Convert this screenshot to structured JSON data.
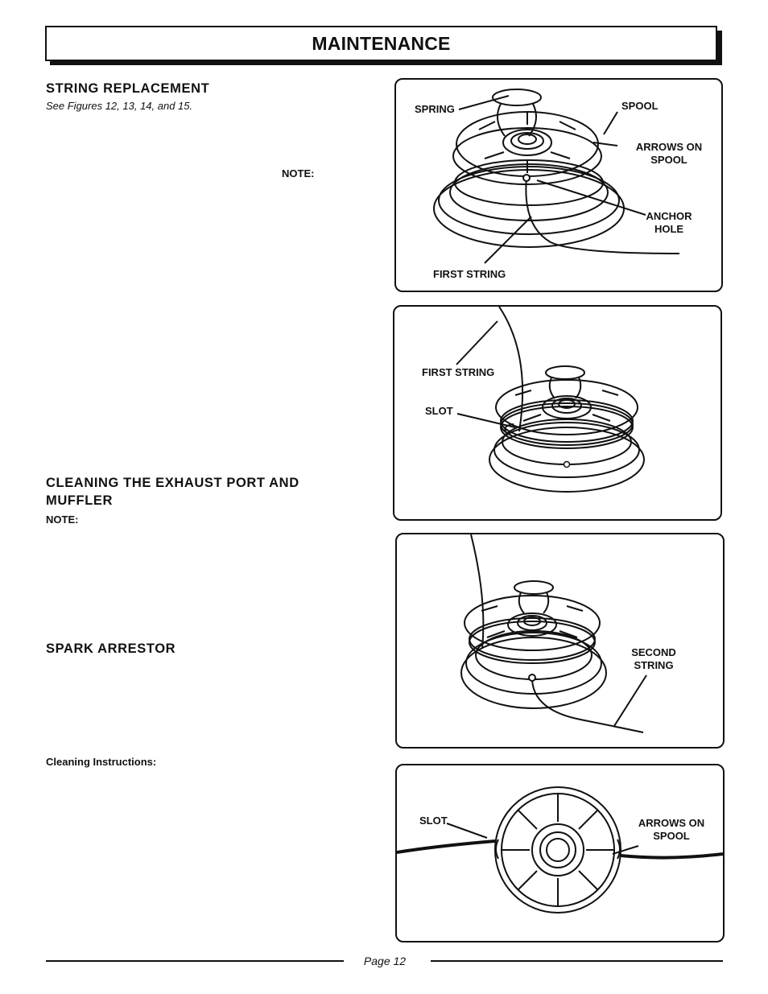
{
  "header": {
    "title": "MAINTENANCE"
  },
  "sections": {
    "string_replacement": {
      "heading": "STRING  REPLACEMENT",
      "subtitle": "See Figures 12, 13, 14, and 15.",
      "note": "NOTE:"
    },
    "cleaning_exhaust": {
      "heading_line1": "CLEANING  THE  EXHAUST  PORT  AND",
      "heading_line2": "MUFFLER",
      "note": "NOTE:"
    },
    "spark_arrestor": {
      "heading": "SPARK  ARRESTOR",
      "cleaning_instructions": "Cleaning  Instructions:"
    }
  },
  "figures": {
    "fig12": {
      "spring": "SPRING",
      "spool": "SPOOL",
      "arrows_on_spool_1": "ARROWS ON",
      "arrows_on_spool_2": "SPOOL",
      "anchor_hole_1": "ANCHOR",
      "anchor_hole_2": "HOLE",
      "first_string": "FIRST STRING"
    },
    "fig13": {
      "first_string": "FIRST STRING",
      "slot": "SLOT"
    },
    "fig14": {
      "second_string_1": "SECOND",
      "second_string_2": "STRING"
    },
    "fig15": {
      "slot": "SLOT",
      "arrows_on_spool_1": "ARROWS ON",
      "arrows_on_spool_2": "SPOOL"
    }
  },
  "footer": {
    "page": "Page 12"
  }
}
